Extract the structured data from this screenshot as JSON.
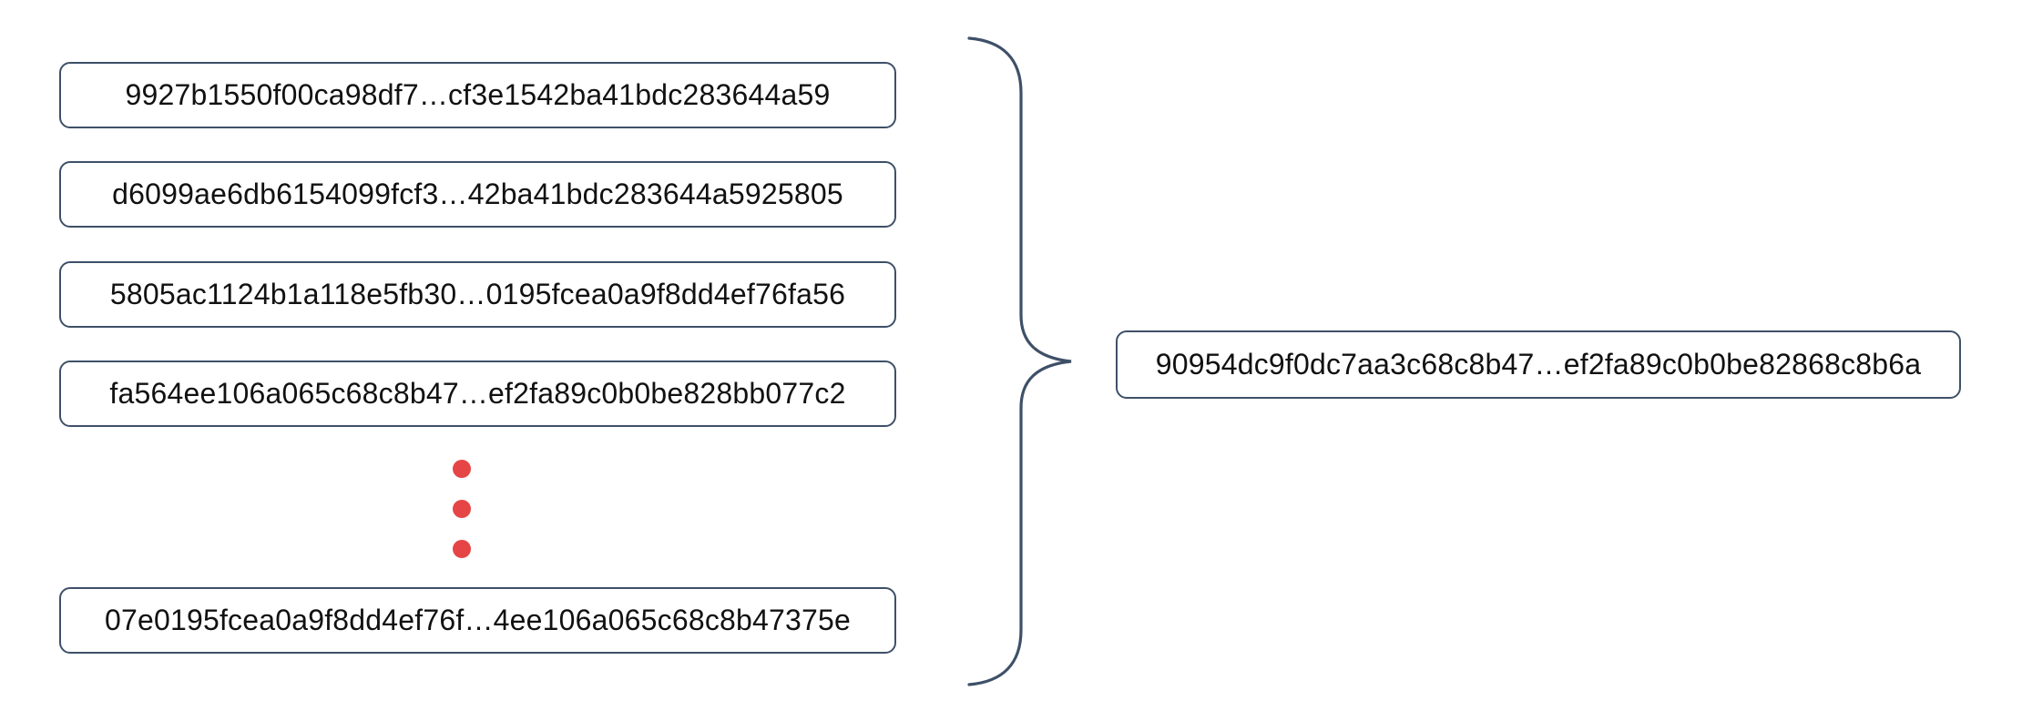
{
  "diagram": {
    "description": "Many hash values combined into a single hash value",
    "inputs": {
      "items": [
        "9927b1550f00ca98df7…cf3e1542ba41bdc283644a59",
        "d6099ae6db6154099fcf3…42ba41bdc283644a5925805",
        "5805ac1124b1a118e5fb30…0195fcea0a9f8dd4ef76fa56",
        "fa564ee106a065c68c8b47…ef2fa89c0b0be828bb077c2",
        "07e0195fcea0a9f8dd4ef76f…4ee106a065c68c8b47375e"
      ]
    },
    "output": {
      "hash": "90954dc9f0dc7aa3c68c8b47…ef2fa89c0b0be82868c8b6a"
    },
    "ellipsis_icon": "vertical-ellipsis-dots",
    "brace_icon": "right-curly-brace",
    "colors": {
      "outline": "#3e5068",
      "dots": "#e64545",
      "text": "#111111",
      "background": "#ffffff"
    }
  }
}
